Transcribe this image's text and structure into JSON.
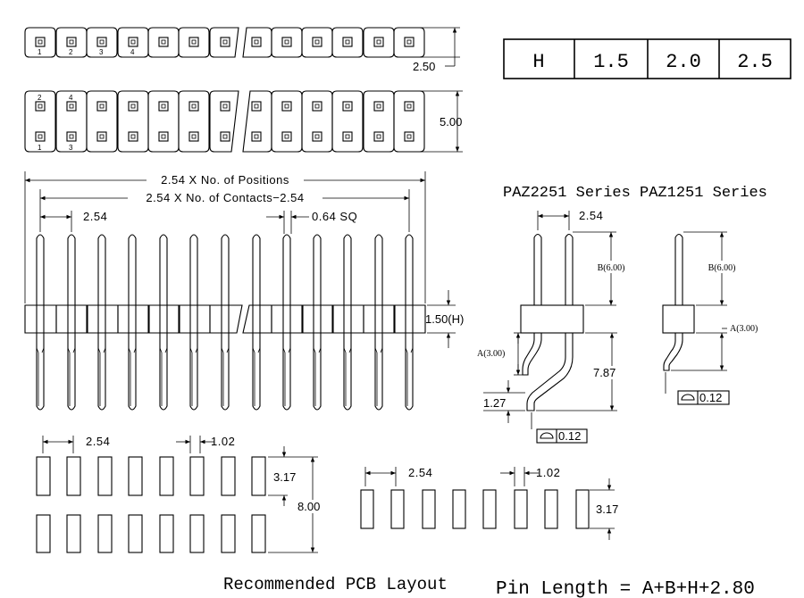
{
  "table": {
    "header": "H",
    "values": [
      "1.5",
      "2.0",
      "2.5"
    ]
  },
  "top_view": {
    "single_row_height": "2.50",
    "double_row_height": "5.00",
    "single_row_numbers": [
      "1",
      "2",
      "3",
      "4"
    ],
    "double_row_numbers_top": [
      "2",
      "4"
    ],
    "double_row_numbers_bottom": [
      "1",
      "3"
    ]
  },
  "side_view": {
    "positions_dim": "2.54 X No. of Positions",
    "contacts_dim": "2.54 X No. of Contacts−2.54",
    "pitch": "2.54",
    "pin_square": "0.64 SQ",
    "body_height": "1.50(H)"
  },
  "series": {
    "title": "PAZ2251 Series PAZ1251 Series",
    "paz2251": {
      "pitch": "2.54",
      "b_dim": "B(6.00)",
      "a_dim": "A(3.00)",
      "height_dim": "7.87",
      "offset_dim": "1.27",
      "tolerance": "0.12"
    },
    "paz1251": {
      "b_dim": "B(6.00)",
      "a_dim": "A(3.00)",
      "tolerance": "0.12"
    }
  },
  "pcb_layout": {
    "left": {
      "pitch": "2.54",
      "pad_width": "1.02",
      "pad_height": "3.17",
      "row_span": "8.00"
    },
    "right": {
      "pitch": "2.54",
      "pad_width": "1.02",
      "pad_height": "3.17"
    },
    "caption": "Recommended PCB Layout"
  },
  "formula": "Pin Length = A+B+H+2.80"
}
